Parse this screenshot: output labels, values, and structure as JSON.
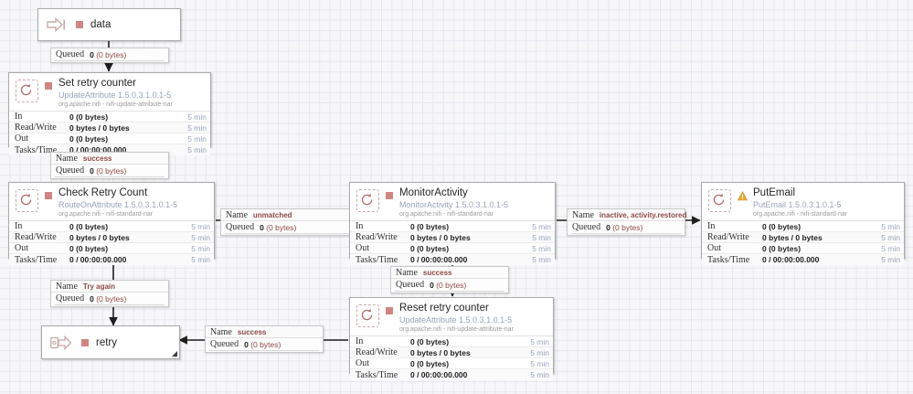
{
  "canvas": {
    "grid_color": "#e6e7ed",
    "background": "#f7f7f9",
    "accent_red": "#d18582",
    "link_purple": "#9aa3bd",
    "warn_orange": "#e0a32e"
  },
  "stat_labels": {
    "in": "In",
    "read_write": "Read/Write",
    "out": "Out",
    "tasks_time": "Tasks/Time"
  },
  "conn_labels": {
    "name": "Name",
    "queued": "Queued"
  },
  "ports": [
    {
      "id": "data",
      "name": "data",
      "icon": "input-port-icon",
      "type": "input-port"
    },
    {
      "id": "retry",
      "name": "retry",
      "icon": "output-port-icon",
      "type": "output-port"
    }
  ],
  "processors": [
    {
      "id": "set-retry-counter",
      "name": "Set retry counter",
      "type": "UpdateAttribute 1.5.0.3.1.0.1-5",
      "bundle": "org.apache.nifi - nifi-update-attribute-nar",
      "state": "stopped",
      "icon": "processor-icon",
      "stats": {
        "in": "0 (0 bytes)",
        "in_time": "5 min",
        "read_write": "0 bytes / 0 bytes",
        "read_write_time": "5 min",
        "out": "0 (0 bytes)",
        "out_time": "5 min",
        "tasks_time": "0 / 00:00:00.000",
        "tasks_time_time": "5 min"
      }
    },
    {
      "id": "check-retry-count",
      "name": "Check Retry Count",
      "type": "RouteOnAttribute 1.5.0.3.1.0.1-5",
      "bundle": "org.apache.nifi - nifi-standard-nar",
      "state": "stopped",
      "icon": "processor-icon",
      "stats": {
        "in": "0 (0 bytes)",
        "in_time": "5 min",
        "read_write": "0 bytes / 0 bytes",
        "read_write_time": "5 min",
        "out": "0 (0 bytes)",
        "out_time": "5 min",
        "tasks_time": "0 / 00:00:00.000",
        "tasks_time_time": "5 min"
      }
    },
    {
      "id": "monitor-activity",
      "name": "MonitorActivity",
      "type": "MonitorActivity 1.5.0.3.1.0.1-5",
      "bundle": "org.apache.nifi - nifi-standard-nar",
      "state": "stopped",
      "icon": "processor-icon",
      "stats": {
        "in": "0 (0 bytes)",
        "in_time": "5 min",
        "read_write": "0 bytes / 0 bytes",
        "read_write_time": "5 min",
        "out": "0 (0 bytes)",
        "out_time": "5 min",
        "tasks_time": "0 / 00:00:00.000",
        "tasks_time_time": "5 min"
      }
    },
    {
      "id": "put-email",
      "name": "PutEmail",
      "type": "PutEmail 1.5.0.3.1.0.1-5",
      "bundle": "org.apache.nifi - nifi-standard-nar",
      "state": "invalid",
      "icon": "warning-icon",
      "stats": {
        "in": "0 (0 bytes)",
        "in_time": "5 min",
        "read_write": "0 bytes / 0 bytes",
        "read_write_time": "5 min",
        "out": "0 (0 bytes)",
        "out_time": "5 min",
        "tasks_time": "0 / 00:00:00.000",
        "tasks_time_time": "5 min"
      }
    },
    {
      "id": "reset-retry-counter",
      "name": "Reset retry counter",
      "type": "UpdateAttribute 1.5.0.3.1.0.1-5",
      "bundle": "org.apache.nifi - nifi-update-attribute-nar",
      "state": "stopped",
      "icon": "processor-icon",
      "stats": {
        "in": "0 (0 bytes)",
        "in_time": "5 min",
        "read_write": "0 bytes / 0 bytes",
        "read_write_time": "5 min",
        "out": "0 (0 bytes)",
        "out_time": "5 min",
        "tasks_time": "0 / 00:00:00.000",
        "tasks_time_time": "5 min"
      }
    }
  ],
  "connections": [
    {
      "id": "conn-data-to-set",
      "relationship": "",
      "queued_count": "0",
      "queued_size": "(0 bytes)",
      "has_name": false,
      "from": "data",
      "to": "set-retry-counter"
    },
    {
      "id": "conn-set-to-check",
      "relationship": "success",
      "queued_count": "0",
      "queued_size": "(0 bytes)",
      "has_name": true,
      "from": "set-retry-counter",
      "to": "check-retry-count"
    },
    {
      "id": "conn-check-to-monitor",
      "relationship": "unmatched",
      "queued_count": "0",
      "queued_size": "(0 bytes)",
      "has_name": true,
      "from": "check-retry-count",
      "to": "monitor-activity"
    },
    {
      "id": "conn-monitor-to-putemail",
      "relationship": "inactive, activity.restored",
      "queued_count": "0",
      "queued_size": "(0 bytes)",
      "has_name": true,
      "from": "monitor-activity",
      "to": "put-email"
    },
    {
      "id": "conn-monitor-to-reset",
      "relationship": "success",
      "queued_count": "0",
      "queued_size": "(0 bytes)",
      "has_name": true,
      "from": "monitor-activity",
      "to": "reset-retry-counter"
    },
    {
      "id": "conn-check-to-retry",
      "relationship": "Try again",
      "queued_count": "0",
      "queued_size": "(0 bytes)",
      "has_name": true,
      "from": "check-retry-count",
      "to": "retry"
    },
    {
      "id": "conn-reset-to-retry",
      "relationship": "success",
      "queued_count": "0",
      "queued_size": "(0 bytes)",
      "has_name": true,
      "from": "reset-retry-counter",
      "to": "retry"
    }
  ]
}
